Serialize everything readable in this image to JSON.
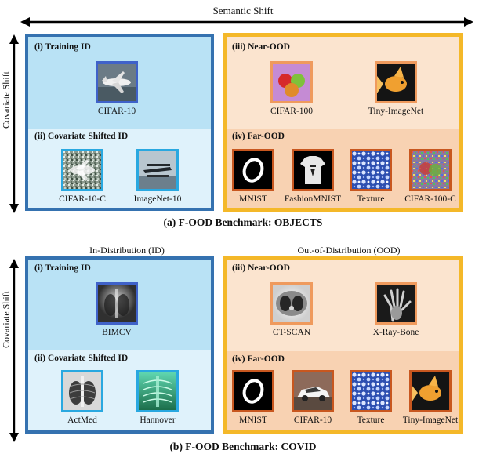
{
  "top": {
    "axis_label": "Semantic Shift",
    "side_label": "Covariate Shift",
    "training_header": "(i) Training ID",
    "training_item": "CIFAR-10",
    "cov_header": "(ii) Covariate Shifted ID",
    "cov_items": [
      "CIFAR-10-C",
      "ImageNet-10"
    ],
    "near_header": "(iii) Near-OOD",
    "near_items": [
      "CIFAR-100",
      "Tiny-ImageNet"
    ],
    "far_header": "(iv) Far-OOD",
    "far_items": [
      "MNIST",
      "FashionMNIST",
      "Texture",
      "CIFAR-100-C"
    ],
    "caption": "(a) F-OOD Benchmark: OBJECTS"
  },
  "bottom": {
    "id_label": "In-Distribution (ID)",
    "ood_label": "Out-of-Distribution (OOD)",
    "side_label": "Covariate Shift",
    "training_header": "(i) Training ID",
    "training_item": "BIMCV",
    "cov_header": "(ii) Covariate Shifted ID",
    "cov_items": [
      "ActMed",
      "Hannover"
    ],
    "near_header": "(iii) Near-OOD",
    "near_items": [
      "CT-SCAN",
      "X-Ray-Bone"
    ],
    "far_header": "(iv) Far-OOD",
    "far_items": [
      "MNIST",
      "CIFAR-10",
      "Texture",
      "Tiny-ImageNet"
    ],
    "caption": "(b) F-OOD Benchmark: COVID"
  },
  "colors": {
    "id_border": "#3572b0",
    "id_fill": "#b9e2f5",
    "id_sub_fill": "#dff2fb",
    "ood_border": "#f4b829",
    "ood_fill": "#fbe4cf",
    "ood_sub_fill": "#f8d2b2"
  },
  "icons": [
    "airplane-image",
    "noisy-airplane-image",
    "seaplane-image",
    "apples-image",
    "goldfish-image",
    "digit-zero-image",
    "tshirt-image",
    "blue-texture-image",
    "noisy-fruit-image",
    "chest-xray-image",
    "lung-ct-image",
    "hand-xray-image",
    "green-xray-image",
    "white-car-image"
  ]
}
